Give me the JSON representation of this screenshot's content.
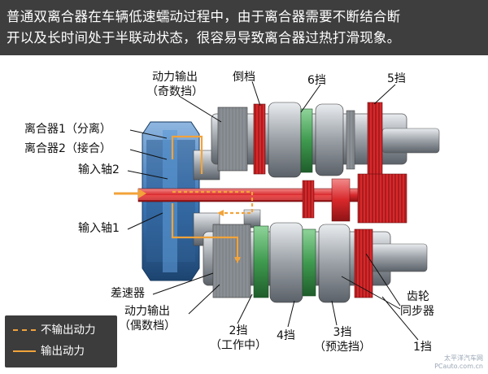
{
  "banner": {
    "line1": "普通双离合器在车辆低速蠕动过程中，由于离合器需要不断结合断",
    "line2": "开以及长时间处于半联动状态，很容易导致离合器过热打滑现象。"
  },
  "labels": {
    "power_out_odd": [
      "动力输出",
      "（奇数挡）"
    ],
    "reverse": "倒档",
    "gear6": "6挡",
    "gear5": "5挡",
    "clutch1": "离合器1（分离）",
    "clutch2": "离合器2（接合）",
    "input_shaft2": "输入轴2",
    "input_shaft1": "输入轴1",
    "differential": "差速器",
    "power_out_even": [
      "动力输出",
      "（偶数档）"
    ],
    "gear2": [
      "2挡",
      "（工作中）"
    ],
    "gear4": "4挡",
    "gear3": [
      "3挡",
      "（预选挡）"
    ],
    "gear1": "1挡",
    "synchronizer": [
      "齿轮",
      "同步器"
    ]
  },
  "legend": {
    "not_output": "不输出动力",
    "output": "输出动力",
    "not_output_color": "#f2a33a",
    "output_color": "#f2a33a"
  },
  "colors": {
    "banner_bg": "#3e3e3e",
    "red_shaft": "#d8282b",
    "green_sync": "#3f9a4f",
    "blue_clutch": "#3c78b8",
    "steel": "#9aa0a6",
    "orange_flow": "#f2a33a"
  },
  "watermark": {
    "line1": "太平洋汽车网",
    "line2": "PCauto.com.cn"
  }
}
